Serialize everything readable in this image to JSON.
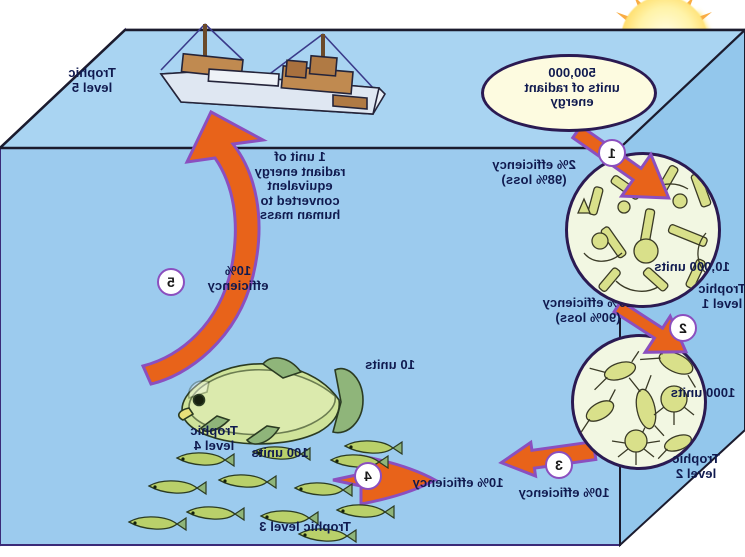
{
  "figure": {
    "type": "marine-trophic-energy-pyramid",
    "orientation": "horizontally-mirrored",
    "sun_label": "sun"
  },
  "callouts": {
    "radiant_energy": "500,000\nunits of radiant\nenergy",
    "human_mass": "1 unit of\nradiant energy\nequivalent\nconverted to\nhuman mass"
  },
  "steps": [
    {
      "num": "1",
      "efficiency": "2% efficiency\n(98% loss)"
    },
    {
      "num": "2",
      "efficiency": "10% efficiency\n(90% loss)"
    },
    {
      "num": "3",
      "efficiency": "10% efficiency"
    },
    {
      "num": "4",
      "efficiency": "10% efficiency"
    },
    {
      "num": "5",
      "efficiency": "10%\nefficiency"
    }
  ],
  "units": {
    "level1": "10,000 units",
    "level2": "1000 units",
    "level3": "100 units",
    "level4": "10 units"
  },
  "trophic_levels": [
    {
      "id": "1",
      "label": "Trophic\nlevel 1",
      "organism": "phytoplankton"
    },
    {
      "id": "2",
      "label": "Trophic\nlevel 2",
      "organism": "zooplankton"
    },
    {
      "id": "3",
      "label": "Trophic level 3",
      "organism": "small-fish-school"
    },
    {
      "id": "4",
      "label": "Trophic\nlevel 4",
      "organism": "large-predator-fish"
    },
    {
      "id": "5",
      "label": "Trophic\nlevel 5",
      "organism": "fishing-boat"
    }
  ],
  "colors": {
    "water_front": "#9ccbee",
    "water_top": "#a9d4f2",
    "water_side": "#8dc2e8",
    "arrow_fill": "#e8631a",
    "arrow_stroke": "#7a3ba8",
    "text": "#101a4f",
    "sun": "#ffd95e",
    "bubble_fill": "#f2f7e2",
    "bubble_stroke": "#2b1a52",
    "plankton": "#d9e08a",
    "fish_body": "#cfe39a"
  }
}
